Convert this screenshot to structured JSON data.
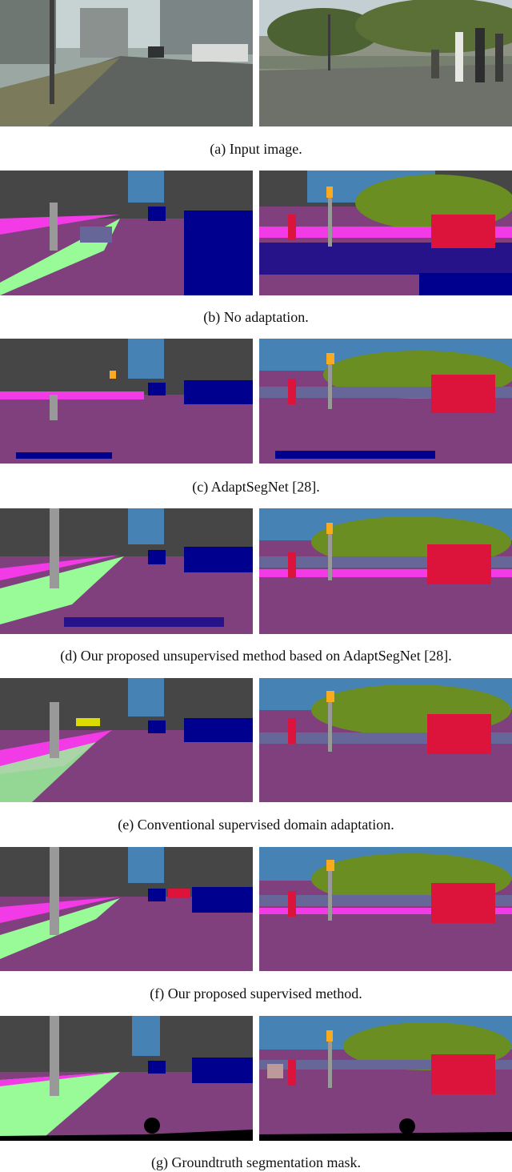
{
  "figure": {
    "rows": [
      {
        "id": "input",
        "caption": "(a) Input image."
      },
      {
        "id": "no-adaptation",
        "caption": "(b) No adaptation."
      },
      {
        "id": "adaptsegnet",
        "caption": "(c) AdaptSegNet [28]."
      },
      {
        "id": "proposed-unsupervised",
        "caption": "(d) Our proposed unsupervised method based on AdaptSegNet [28]."
      },
      {
        "id": "conventional-supervised",
        "caption": "(e) Conventional supervised domain adaptation."
      },
      {
        "id": "proposed-supervised",
        "caption": "(f) Our proposed supervised method."
      },
      {
        "id": "groundtruth",
        "caption": "(g) Groundtruth segmentation mask."
      }
    ]
  },
  "colors": {
    "road": "#80407e",
    "sidewalk": "#f23ae6",
    "building": "#464646",
    "sky": "#4683b4",
    "vegetation": "#6b8e23",
    "terrain": "#98fb98",
    "pole": "#999999",
    "car": "#00008e",
    "person": "#dc143c",
    "traffic_light": "#faaa1e",
    "traffic_sign": "#dcdc00",
    "wall": "#666699",
    "fence": "#be9999",
    "void": "#000000"
  }
}
